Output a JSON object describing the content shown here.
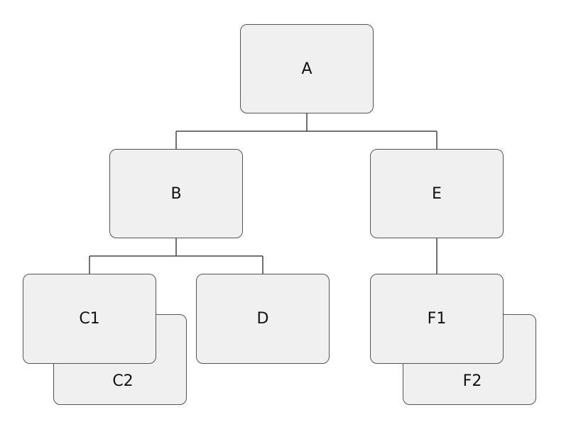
{
  "nodes": {
    "a": "A",
    "b": "B",
    "e": "E",
    "c1": "C1",
    "c2": "C2",
    "d": "D",
    "f1": "F1",
    "f2": "F2"
  },
  "colors": {
    "node_fill": "#f0f0f0",
    "node_border": "#555555",
    "connector": "#444444"
  }
}
